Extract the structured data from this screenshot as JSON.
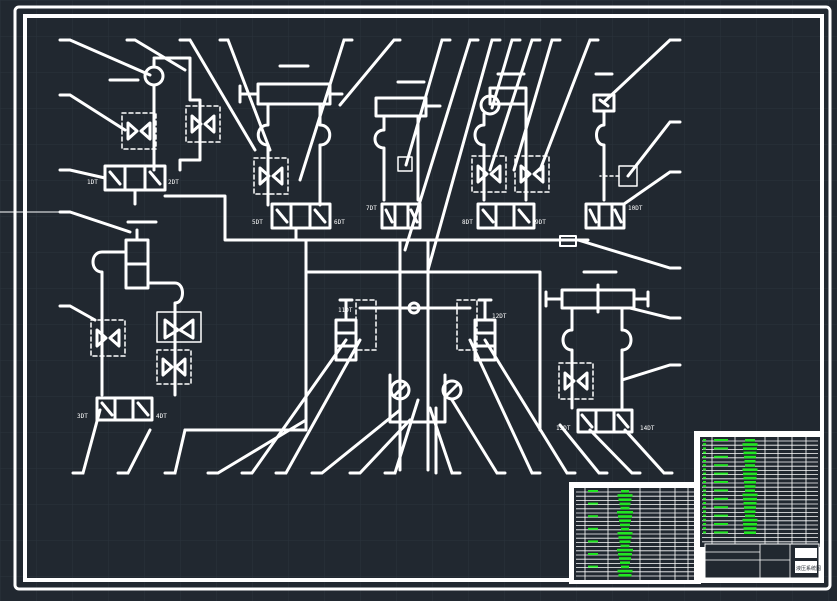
{
  "drawing": {
    "background": "#212830",
    "grid_color": "#2b333d",
    "line_color": "#ffffff",
    "accent_color": "#22e622",
    "valve_labels": [
      "1DT",
      "2DT",
      "3DT",
      "4DT",
      "5DT",
      "6DT",
      "7DT",
      "8DT",
      "9DT",
      "10DT",
      "11DT",
      "12DT",
      "13DT",
      "14DT"
    ],
    "table_title_block": [
      "液压系统图"
    ]
  }
}
